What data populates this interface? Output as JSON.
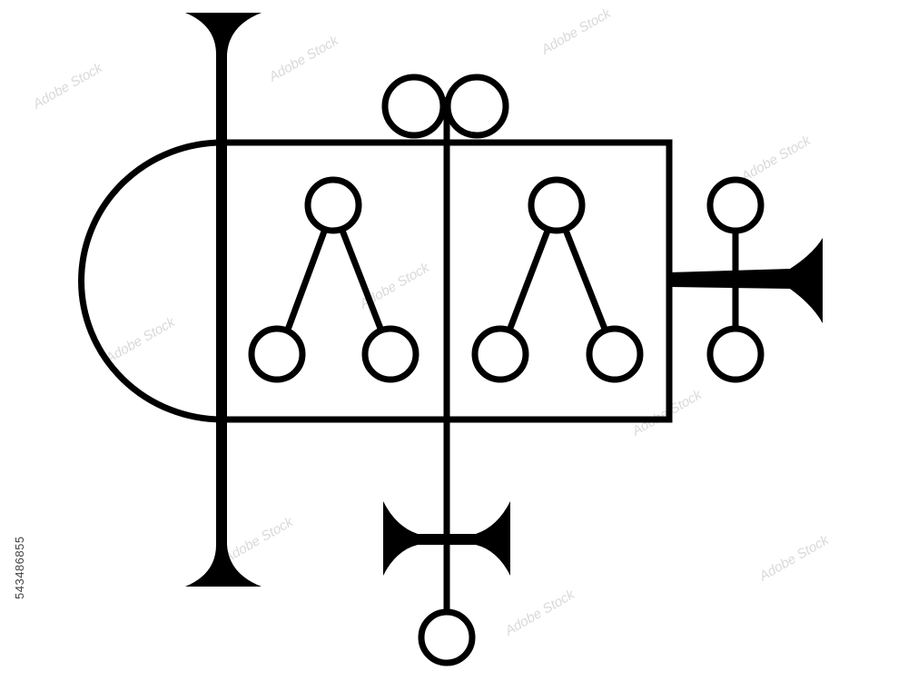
{
  "image": {
    "subject": "black line-art sigil on white background",
    "colors": {
      "ink": "#000000",
      "background": "#ffffff",
      "watermark": "#d9d9d9"
    }
  },
  "watermark": {
    "side_text": "543486855",
    "tiled_text": "Adobe Stock"
  }
}
